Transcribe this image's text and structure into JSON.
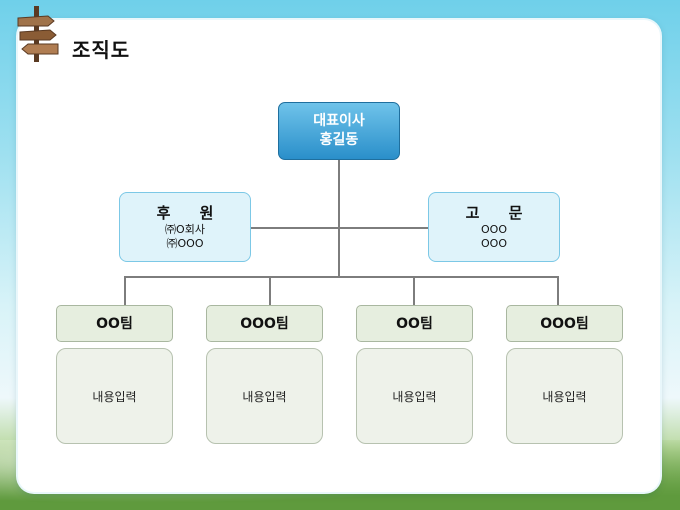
{
  "page": {
    "title": "조직도"
  },
  "org": {
    "ceo": {
      "title": "대표이사",
      "name": "홍길동"
    },
    "sponsor": {
      "title": "후 원",
      "line1": "㈜O회사",
      "line2": "㈜OOO"
    },
    "advisor": {
      "title": "고 문",
      "line1": "OOO",
      "line2": "OOO"
    },
    "teams": [
      {
        "name": "OO팀",
        "content": "내용입력"
      },
      {
        "name": "OOO팀",
        "content": "내용입력"
      },
      {
        "name": "OO팀",
        "content": "내용입력"
      },
      {
        "name": "OOO팀",
        "content": "내용입력"
      }
    ]
  },
  "colors": {
    "ceo": "#2a8fca",
    "side": "#dff3fa",
    "team": "#e6eedf",
    "line": "#7d7d7d"
  }
}
